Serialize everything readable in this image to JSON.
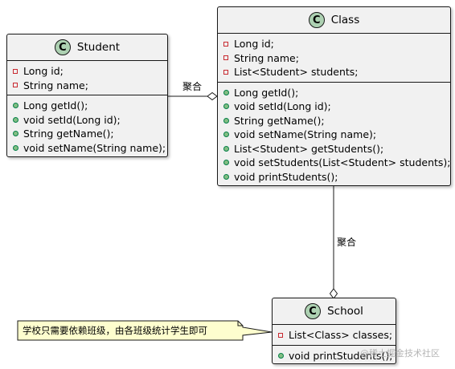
{
  "classes": {
    "student": {
      "badge": "C",
      "name": "Student",
      "fields": [
        "Long id;",
        "String name;"
      ],
      "methods": [
        "Long getId();",
        "void setId(Long id);",
        "String getName();",
        "void setName(String name);"
      ]
    },
    "class": {
      "badge": "C",
      "name": "Class",
      "fields": [
        "Long id;",
        "String name;",
        "List<Student> students;"
      ],
      "methods": [
        "Long getId();",
        "void setId(Long id);",
        "String getName();",
        "void setName(String name);",
        "List<Student> getStudents();",
        "void setStudents(List<Student> students);",
        "void printStudents();"
      ]
    },
    "school": {
      "badge": "C",
      "name": "School",
      "fields": [
        "List<Class> classes;"
      ],
      "methods": [
        "void printStudents();"
      ]
    }
  },
  "relations": {
    "student_class": "聚合",
    "class_school": "聚合"
  },
  "note": "学校只需要依赖班级，由各班级统计学生即可",
  "watermark": "@稀土掘金技术社区",
  "colors": {
    "class_fill": "#f1f1f1",
    "badge_fill": "#add1b2",
    "note_fill": "#fefece",
    "private_marker": "#c82930",
    "public_marker": "#84be84"
  }
}
